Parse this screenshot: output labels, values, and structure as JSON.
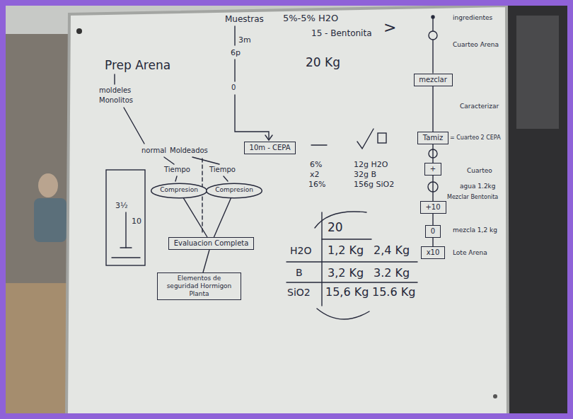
{
  "diagram": {
    "nodes": [
      {
        "text": [
          "10m - CEPA"
        ]
      },
      {
        "text": [
          "Compresion"
        ]
      },
      {
        "text": [
          "Compresion"
        ]
      },
      {
        "text": [
          "Evaluacion Completa"
        ]
      },
      {
        "text": [
          "Elementos de seguridad Hormigon Planta"
        ]
      },
      {
        "text": [
          "mezclar"
        ]
      },
      {
        "text": [
          "Tamiz"
        ]
      },
      {
        "text": [
          "+"
        ]
      },
      {
        "text": [
          "+10"
        ]
      },
      {
        "text": [
          "0"
        ]
      },
      {
        "text": [
          "x10"
        ]
      }
    ],
    "edges": [
      {
        "from": 1,
        "to": 3,
        "arrow": "none"
      },
      {
        "from": 2,
        "to": 3,
        "arrow": "none"
      },
      {
        "from": 3,
        "to": 4,
        "arrow": "none"
      },
      {
        "from": 5,
        "to": 6,
        "arrow": "none"
      },
      {
        "from": 6,
        "to": 7,
        "arrow": "none"
      },
      {
        "from": 7,
        "to": 8,
        "arrow": "none"
      },
      {
        "from": 8,
        "to": 9,
        "arrow": "none"
      },
      {
        "from": 9,
        "to": 10,
        "arrow": "none"
      }
    ],
    "labels": [
      "Muestras",
      "3m",
      "6p",
      "0",
      "5%-5% H2O",
      "15 - Bentonita",
      ">",
      "20 Kg",
      "Prep Arena",
      "moldeles",
      "Monolitos",
      "normal",
      "Moldeados",
      "Tiempo",
      "Tiempo",
      "3½",
      "10",
      "6%",
      "x2",
      "16%",
      "12g H2O",
      "32g B",
      "156g SiO2",
      "20",
      "H2O",
      "1,2 Kg",
      "2,4 Kg",
      "B",
      "3,2 Kg",
      "3.2 Kg",
      "SiO2",
      "15,6 Kg",
      "15.6 Kg",
      "ingredientes",
      "Cuarteo Arena",
      "Caracterizar",
      "= Cuarteo 2 CEPA",
      "Cuarteo",
      "agua 1.2kg",
      "Mezclar Bentonita",
      "mezcla 1,2 kg",
      "Lote Arena"
    ]
  }
}
